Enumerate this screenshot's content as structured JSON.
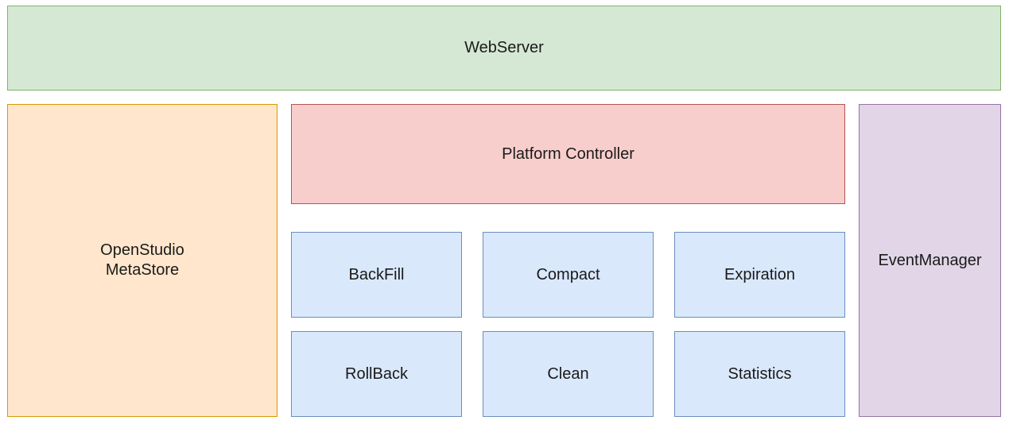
{
  "webserver": {
    "label": "WebServer"
  },
  "metastore": {
    "label": "OpenStudio\nMetaStore"
  },
  "controller": {
    "label": "Platform Controller"
  },
  "eventmanager": {
    "label": "EventManager"
  },
  "services": {
    "backfill": "BackFill",
    "compact": "Compact",
    "expiration": "Expiration",
    "rollback": "RollBack",
    "clean": "Clean",
    "statistics": "Statistics"
  },
  "colors": {
    "green_fill": "#d5e8d4",
    "green_stroke": "#82b366",
    "orange_fill": "#ffe6cc",
    "orange_stroke": "#d79b00",
    "red_fill": "#f8cecc",
    "red_stroke": "#b85450",
    "purple_fill": "#e1d5e7",
    "purple_stroke": "#9673a6",
    "blue_fill": "#dae8fc",
    "blue_stroke": "#6c8ebf"
  }
}
